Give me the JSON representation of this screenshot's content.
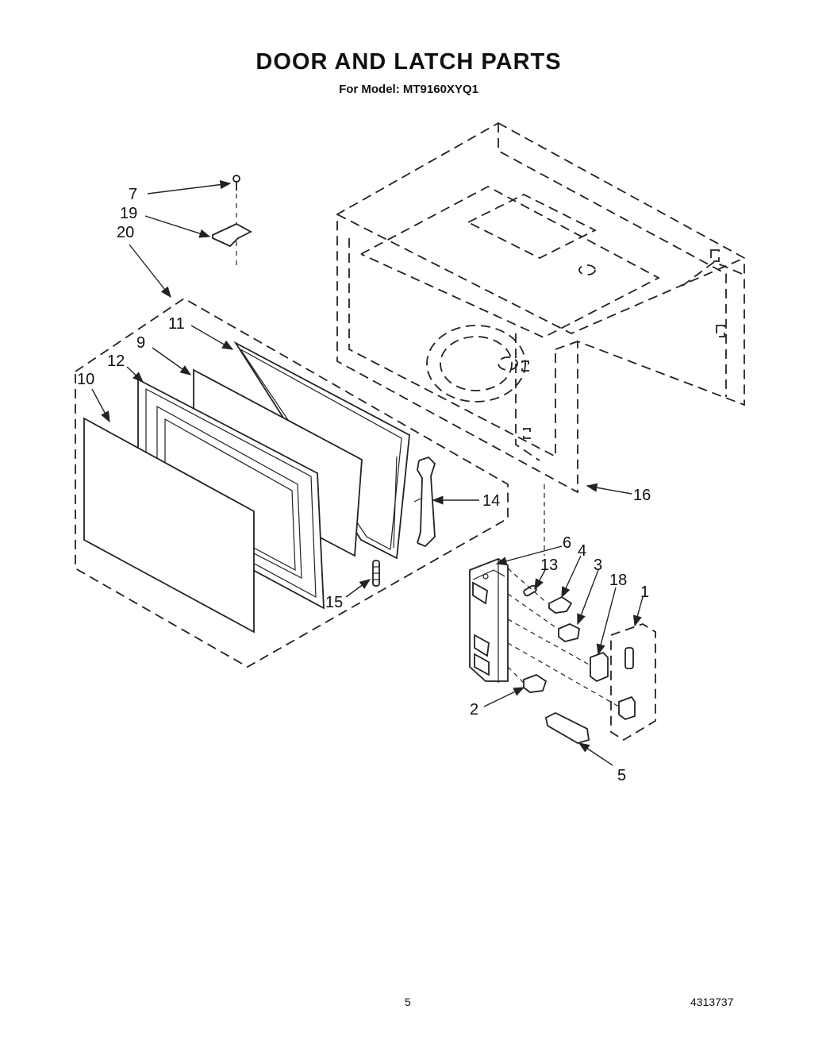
{
  "title": "DOOR AND LATCH PARTS",
  "subtitle": "For Model: MT9160XYQ1",
  "footer": {
    "page_number": "5",
    "document_number": "4313737"
  },
  "callouts": {
    "c7": "7",
    "c19": "19",
    "c20": "20",
    "c11": "11",
    "c9": "9",
    "c12": "12",
    "c10": "10",
    "c14": "14",
    "c15": "15",
    "c16": "16",
    "c6": "6",
    "c13": "13",
    "c4": "4",
    "c3": "3",
    "c18": "18",
    "c1": "1",
    "c2": "2",
    "c5": "5"
  }
}
